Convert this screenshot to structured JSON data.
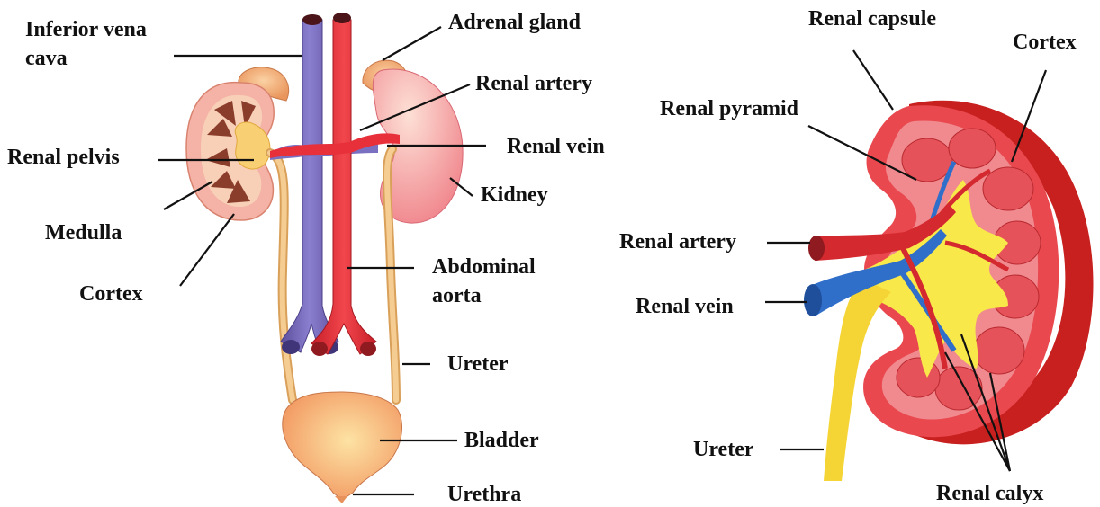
{
  "left_diagram": {
    "labels": {
      "ivc_line1": "Inferior vena",
      "ivc_line2": "cava",
      "adrenal_gland": "Adrenal gland",
      "renal_artery": "Renal artery",
      "renal_pelvis": "Renal pelvis",
      "renal_vein": "Renal vein",
      "kidney": "Kidney",
      "medulla": "Medulla",
      "abdominal_aorta_line1": "Abdominal",
      "abdominal_aorta_line2": "aorta",
      "cortex": "Cortex",
      "ureter": "Ureter",
      "bladder": "Bladder",
      "urethra": "Urethra"
    }
  },
  "right_diagram": {
    "labels": {
      "renal_capsule": "Renal capsule",
      "cortex": "Cortex",
      "renal_pyramid": "Renal pyramid",
      "renal_artery": "Renal artery",
      "renal_vein": "Renal vein",
      "ureter": "Ureter",
      "renal_calyx": "Renal calyx"
    }
  },
  "colors": {
    "vein_blue": "#6f63b3",
    "artery_red": "#e8303a",
    "kidney_pink": "#f39aa0",
    "adrenal_orange": "#f3b27d",
    "ureter_tan": "#f2c07f",
    "bladder_orange": "#f6b47c",
    "section_red": "#e23a3a",
    "section_blue": "#2f6fc9",
    "section_yellow": "#f9e84a"
  }
}
